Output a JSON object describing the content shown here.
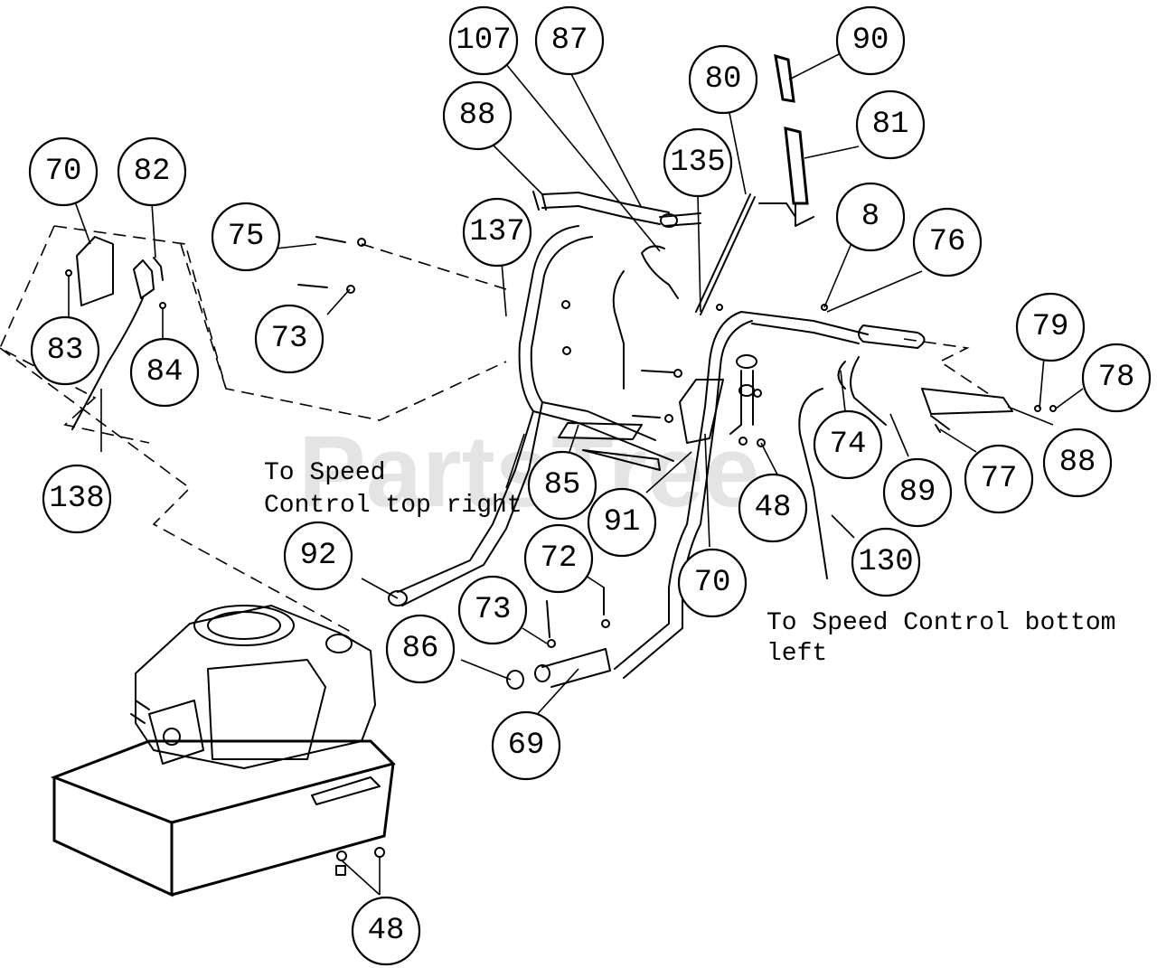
{
  "watermark": "PartsTree",
  "notes": {
    "top_right_l1": "To Speed",
    "top_right_l2": "Control top right",
    "bottom_left_l1": "To Speed Control bottom",
    "bottom_left_l2": "left"
  },
  "callouts": [
    {
      "id": "c107",
      "label": "107"
    },
    {
      "id": "c87",
      "label": "87"
    },
    {
      "id": "c90",
      "label": "90"
    },
    {
      "id": "c80",
      "label": "80"
    },
    {
      "id": "c88a",
      "label": "88"
    },
    {
      "id": "c81",
      "label": "81"
    },
    {
      "id": "c135",
      "label": "135"
    },
    {
      "id": "c70a",
      "label": "70"
    },
    {
      "id": "c82",
      "label": "82"
    },
    {
      "id": "c137",
      "label": "137"
    },
    {
      "id": "c8",
      "label": "8"
    },
    {
      "id": "c76",
      "label": "76"
    },
    {
      "id": "c75",
      "label": "75"
    },
    {
      "id": "c79",
      "label": "79"
    },
    {
      "id": "c78",
      "label": "78"
    },
    {
      "id": "c73a",
      "label": "73"
    },
    {
      "id": "c83",
      "label": "83"
    },
    {
      "id": "c84",
      "label": "84"
    },
    {
      "id": "c74",
      "label": "74"
    },
    {
      "id": "c88b",
      "label": "88"
    },
    {
      "id": "c77",
      "label": "77"
    },
    {
      "id": "c89",
      "label": "89"
    },
    {
      "id": "c85",
      "label": "85"
    },
    {
      "id": "c48a",
      "label": "48"
    },
    {
      "id": "c138",
      "label": "138"
    },
    {
      "id": "c91",
      "label": "91"
    },
    {
      "id": "c130",
      "label": "130"
    },
    {
      "id": "c92",
      "label": "92"
    },
    {
      "id": "c72",
      "label": "72"
    },
    {
      "id": "c70b",
      "label": "70"
    },
    {
      "id": "c73b",
      "label": "73"
    },
    {
      "id": "c86",
      "label": "86"
    },
    {
      "id": "c69",
      "label": "69"
    },
    {
      "id": "c48b",
      "label": "48"
    }
  ]
}
